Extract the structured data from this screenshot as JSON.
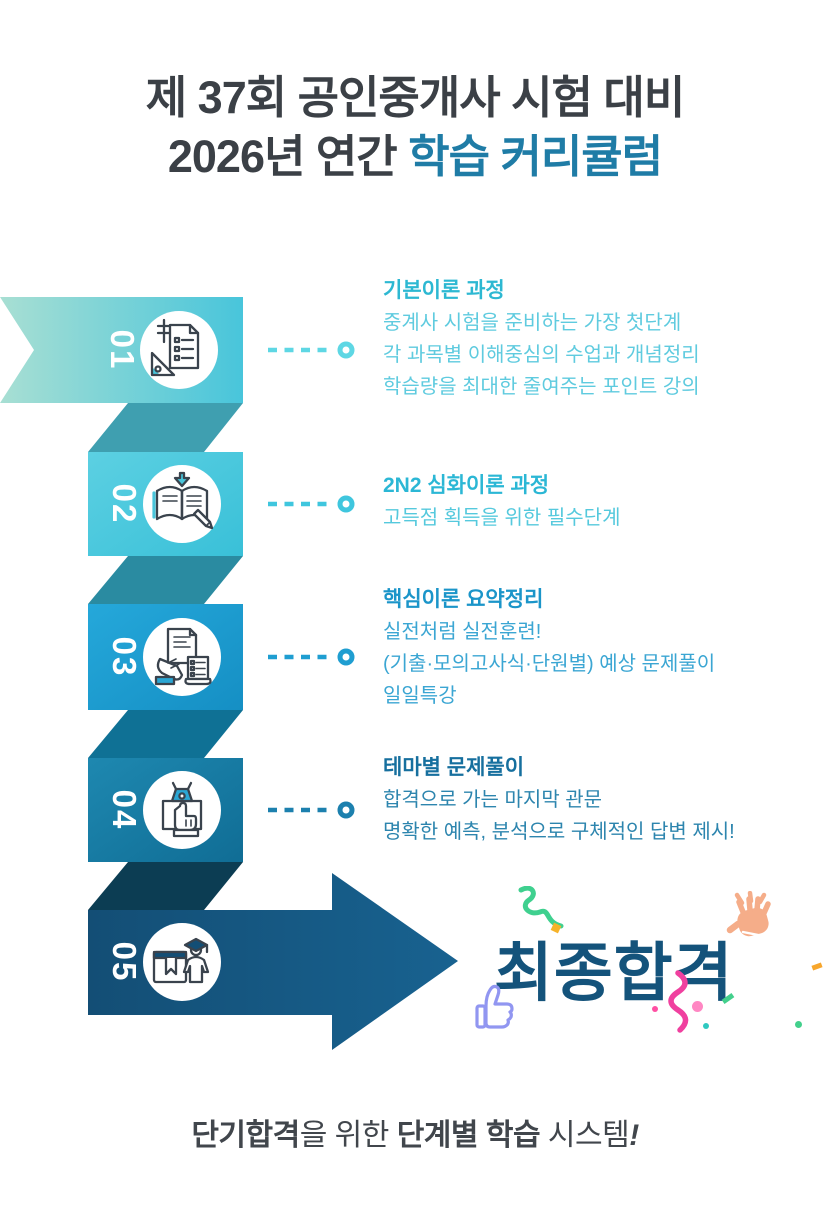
{
  "poster": {
    "title": {
      "line1": "제 37회 공인중개사 시험 대비",
      "line2_prefix": "2026년 연간 ",
      "line2_accent": "학습 커리큘럼",
      "accent_color": "#1f7ca6"
    },
    "steps": [
      {
        "number": "01",
        "icon": "document-ruler-icon",
        "theme_color": "#49c5db",
        "connector_color": "#5ed7e4",
        "heading": "기본이론 과정",
        "lines": [
          "중계사 시험을 준비하는 가장 첫단계",
          "각 과목별 이해중심의 수업과 개념정리",
          "학습량을 최대한 줄여주는 포인트 강의"
        ]
      },
      {
        "number": "02",
        "icon": "open-book-pencil-icon",
        "theme_color": "#3fc6de",
        "connector_color": "#3fc6de",
        "heading": "2N2 심화이론 과정",
        "lines": [
          "고득점 획득을 위한 필수단계"
        ]
      },
      {
        "number": "03",
        "icon": "hand-document-icon",
        "theme_color": "#1c9bce",
        "connector_color": "#1f9ed1",
        "heading": "핵심이론 요약정리",
        "lines": [
          "실전처럼 실전훈련!",
          "(기출·모의고사식·단원별) 예상 문제풀이",
          "일일특강"
        ]
      },
      {
        "number": "04",
        "icon": "clipboard-hand-icon",
        "theme_color": "#167a9f",
        "connector_color": "#1c80ae",
        "heading": "테마별 문제풀이",
        "lines": [
          "합격으로 가는 마지막 관문",
          "명확한 예측, 분석으로 구체적인 답변 제시!"
        ]
      },
      {
        "number": "05",
        "icon": "graduate-book-icon",
        "theme_color": "#155a84"
      }
    ],
    "final": {
      "label": "최종합격",
      "color": "#14537b",
      "decorations": [
        "clapping-hands-icon",
        "thumbs-up-icon",
        "green-ribbon",
        "pink-ribbon",
        "confetti-dots"
      ]
    },
    "tagline": {
      "bold1": "단기합격",
      "plain1": "을 위한 ",
      "bold2": "단계별 학습",
      "plain2": " 시스템",
      "exclaim": "!"
    }
  }
}
